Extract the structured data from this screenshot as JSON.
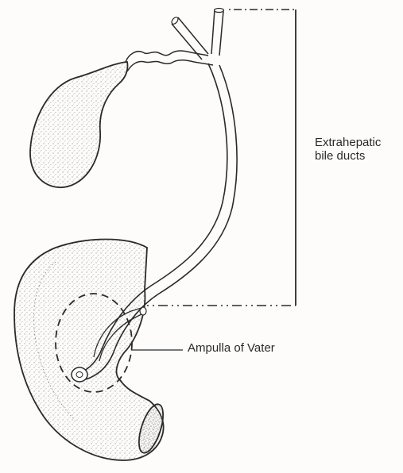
{
  "labels": {
    "extrahepatic_line1": "Extrahepatic",
    "extrahepatic_line2": "bile ducts",
    "ampulla": "Ampulla of Vater"
  },
  "structures": [
    {
      "name": "gallbladder"
    },
    {
      "name": "cystic-duct"
    },
    {
      "name": "hepatic-ducts"
    },
    {
      "name": "common-bile-duct"
    },
    {
      "name": "duodenum"
    },
    {
      "name": "pancreatic-duct"
    },
    {
      "name": "ampulla-of-vater"
    }
  ],
  "colors": {
    "ink": "#2a2a2a",
    "stipple": "#8a8a8a",
    "paper": "#fdfcfa"
  }
}
